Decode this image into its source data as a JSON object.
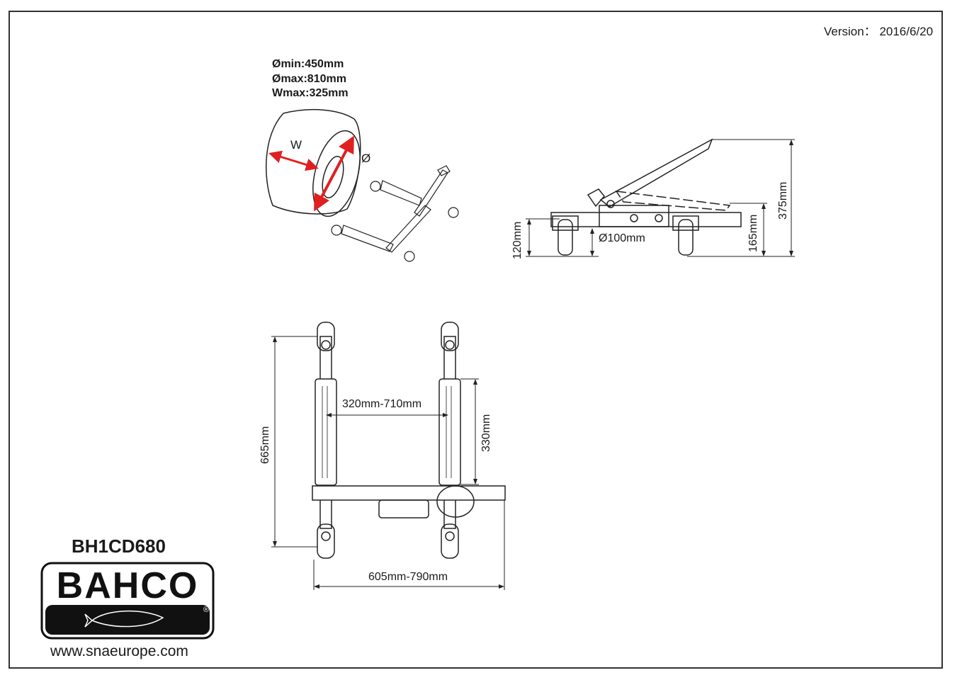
{
  "header": {
    "version_label": "Version：",
    "version_date": "2016/6/20"
  },
  "wheel_specs": {
    "d_min": "Ømin:450mm",
    "d_max": "Ømax:810mm",
    "w_max": "Wmax:325mm",
    "w_label": "W",
    "d_label": "Ø"
  },
  "side_view": {
    "height_total": "375mm",
    "height_pedal": "165mm",
    "height_frame": "120mm",
    "wheel_diameter": "Ø100mm"
  },
  "top_view": {
    "length": "665mm",
    "arm_length": "330mm",
    "arm_spacing": "320mm-710mm",
    "width": "605mm-790mm"
  },
  "brand": {
    "model": "BH1CD680",
    "logo_text": "BAHCO",
    "registered": "®",
    "url": "www.snaeurope.com"
  },
  "colors": {
    "arrow": "#e02020",
    "line": "#222222"
  }
}
